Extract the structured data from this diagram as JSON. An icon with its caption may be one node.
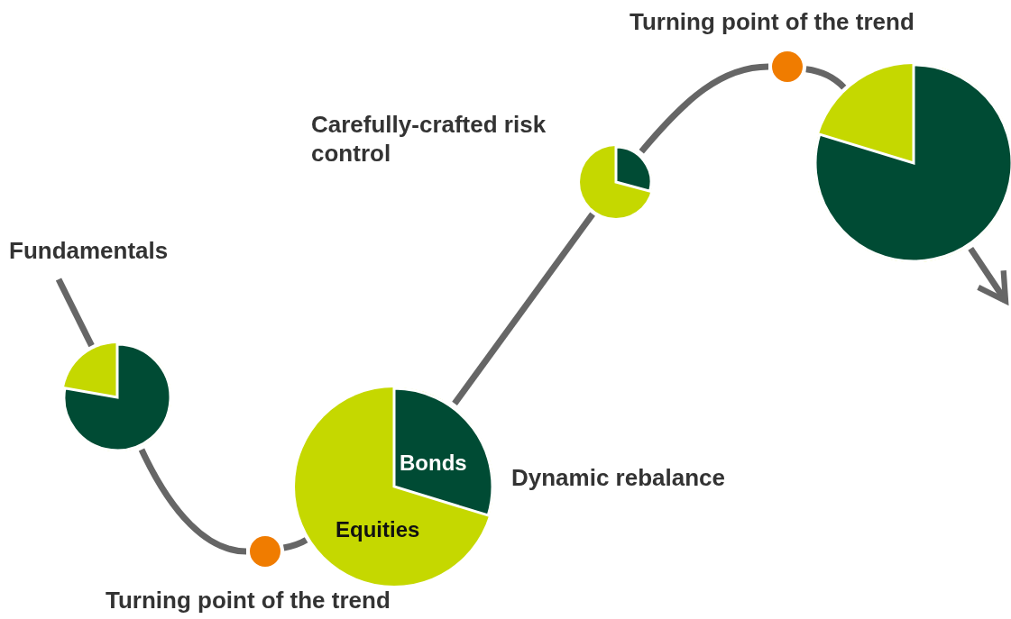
{
  "diagram": {
    "nodes": [
      {
        "text": [],
        "shape": "circle",
        "beside": [
          "Fundamentals"
        ]
      },
      {
        "text": [],
        "shape": "circle"
      },
      {
        "text": [
          "Bonds",
          "Equities"
        ],
        "beside": [
          "Dynamic rebalance"
        ]
      },
      {
        "text": [],
        "shape": "circle",
        "beside": [
          "Carefully-crafted risk control"
        ]
      },
      {
        "text": [],
        "shape": "circle",
        "beside": [
          "Turning point of the trend"
        ]
      },
      {
        "text": [],
        "shape": "circle"
      }
    ],
    "edges": [
      {
        "from": null,
        "to": 0,
        "arrow": "none"
      },
      {
        "from": 0,
        "to": 1,
        "arrow": "none"
      },
      {
        "from": 1,
        "to": 2,
        "arrow": "none"
      },
      {
        "from": 2,
        "to": 3,
        "arrow": "none"
      },
      {
        "from": 3,
        "to": 4,
        "arrow": "none"
      },
      {
        "from": 4,
        "to": 5,
        "arrow": "none"
      },
      {
        "from": 5,
        "to": null,
        "arrow": "to"
      }
    ],
    "labels": [
      "Turning point of the trend"
    ]
  }
}
